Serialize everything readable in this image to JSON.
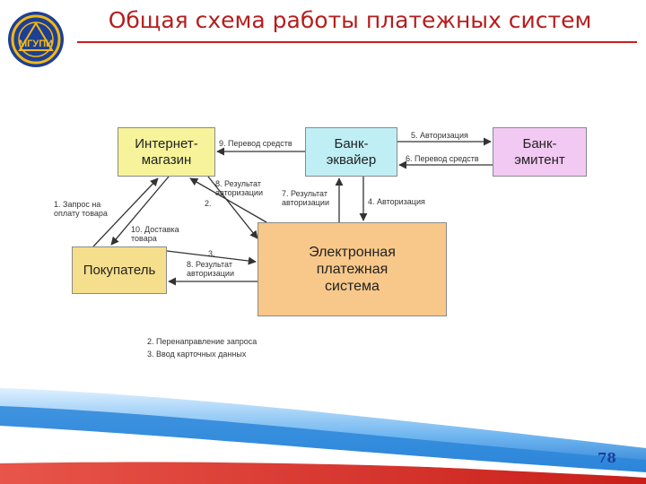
{
  "slide": {
    "title": "Общая схема работы платежных систем",
    "page_number": "78",
    "logo_text": "МГУПИ"
  },
  "diagram": {
    "nodes": {
      "shop": [
        "Интернет-",
        "магазин"
      ],
      "acquirer": [
        "Банк-",
        "эквайер"
      ],
      "issuer": [
        "Банк-",
        "эмитент"
      ],
      "buyer": [
        "Покупатель"
      ],
      "eps": [
        "Электронная",
        "платежная",
        "система"
      ]
    },
    "edge_labels": {
      "e9": "9. Перевод средств",
      "e5": "5. Авторизация",
      "e6": "6. Перевод средств",
      "e8_shop": [
        "8. Результат",
        "авторизации"
      ],
      "e2": "2.",
      "e7": [
        "7. Результат",
        "авторизации"
      ],
      "e4": "4. Авторизация",
      "e1": [
        "1. Запрос на",
        "оплату товара"
      ],
      "e10": [
        "10. Доставка",
        "товара"
      ],
      "e3": "3.",
      "e8_buyer": [
        "8. Результат",
        "авторизации"
      ]
    },
    "legend": [
      "2. Перенаправление запроса",
      "3. Ввод карточных данных"
    ]
  },
  "colors": {
    "title": "#b51e1e",
    "shop": "#f6f39a",
    "acquirer": "#bfeff4",
    "issuer": "#f2c9f2",
    "buyer": "#f6df8c",
    "eps": "#f7c88a",
    "footer_blue": "#1f7fd6",
    "footer_red": "#d42a24"
  }
}
